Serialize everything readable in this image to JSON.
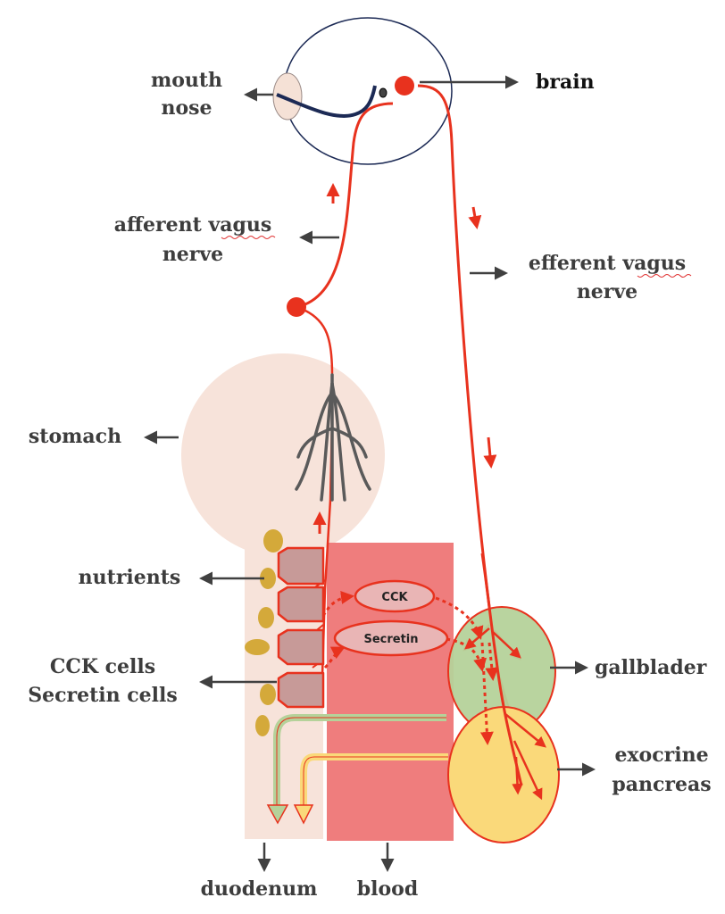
{
  "labels": {
    "mouth": "mouth",
    "nose": "nose",
    "brain": "brain",
    "afferent_line1": "afferent vagus",
    "afferent_line2": "nerve",
    "efferent_line1": "efferent vagus",
    "efferent_line2": "nerve",
    "stomach": "stomach",
    "nutrients": "nutrients",
    "cck_cells": "CCK cells",
    "secretin_cells": "Secretin cells",
    "gallbladder": "gallblader",
    "exocrine": "exocrine",
    "pancreas": "pancreas",
    "duodenum": "duodenum",
    "blood": "blood",
    "cck": "CCK",
    "secretin": "Secretin"
  },
  "colors": {
    "nerve": "#e8321e",
    "arrow": "#404040",
    "stomach": "#f7e3da",
    "blood": "#ef7d7d",
    "cell": "#c79a98",
    "nutrient": "#d4a93a",
    "gallbladder": "#b5d29a",
    "pancreas": "#fad97a",
    "head_outline": "#1c2a55"
  }
}
